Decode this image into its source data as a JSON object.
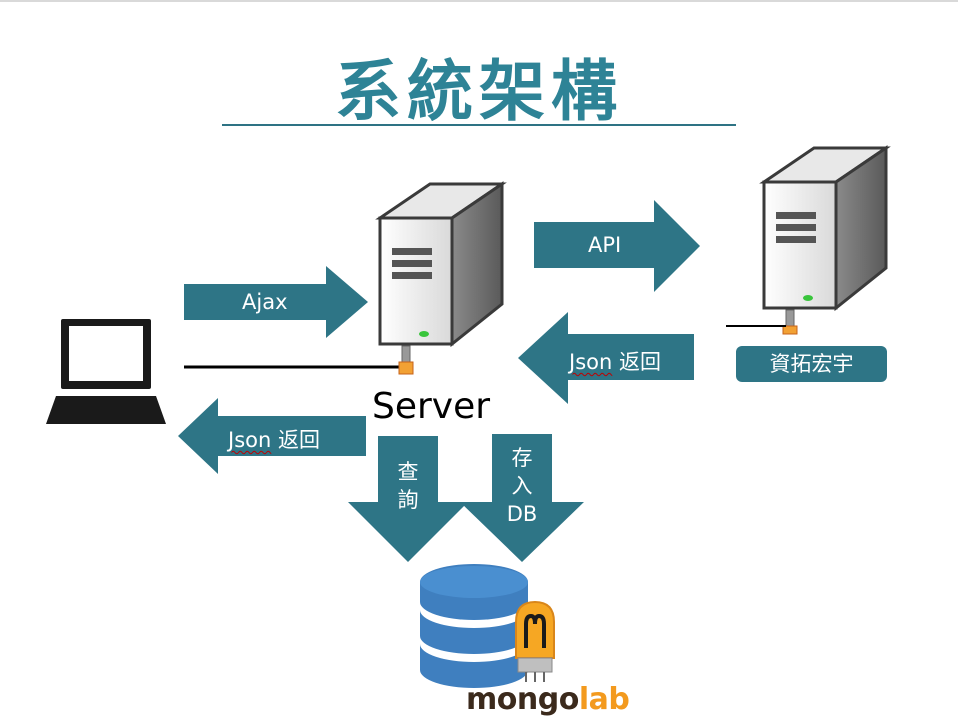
{
  "title": "系統架構",
  "server_label": "Server",
  "vendor_label": "資拓宏宇",
  "arrows": {
    "ajax": "Ajax",
    "api": "API",
    "json_return_vendor": {
      "json": "Json",
      "rest": " 返回"
    },
    "json_return_client": {
      "json": "Json",
      "rest": " 返回"
    },
    "query": [
      "查",
      "詢"
    ],
    "store": [
      "存",
      "入",
      "DB"
    ]
  },
  "logo": {
    "mongo": "mongo",
    "lab": "lab"
  },
  "colors": {
    "arrow": "#2E7586",
    "title": "#2E8396",
    "db": "#3F7FBF",
    "mongo": "#3B2A1C",
    "lab": "#F39A1E"
  }
}
